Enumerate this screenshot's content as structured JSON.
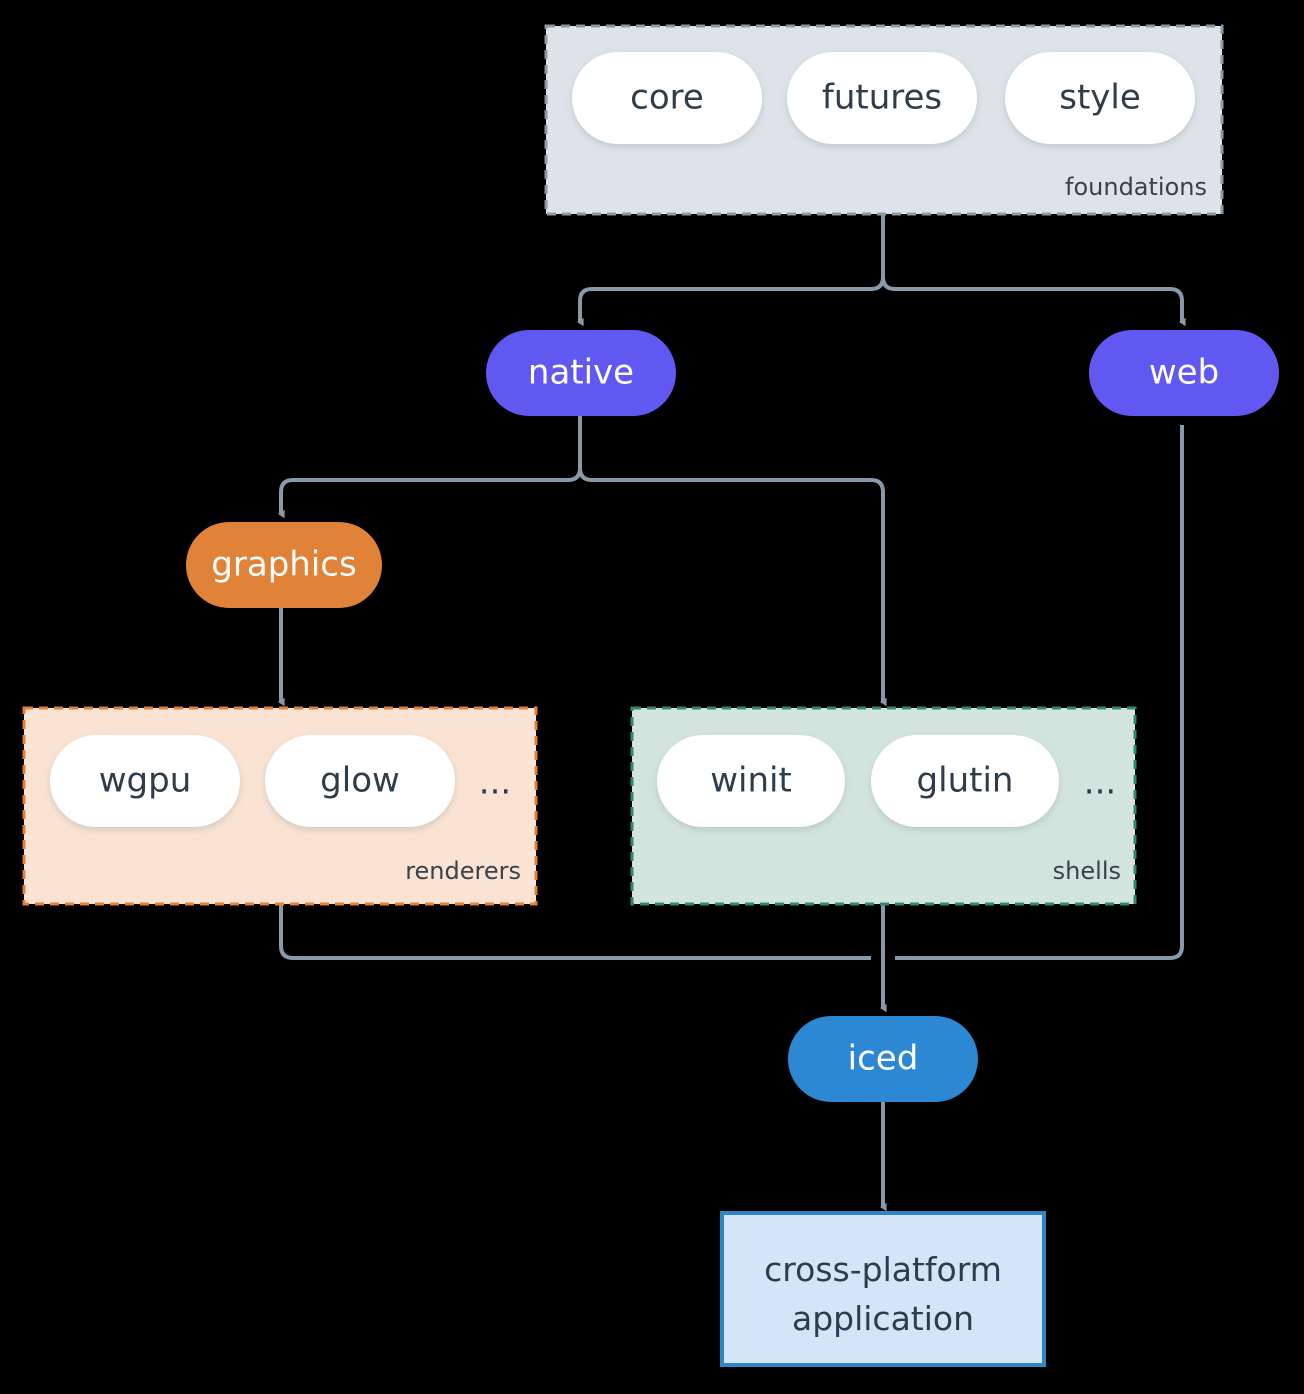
{
  "diagram": {
    "type": "architecture-flow",
    "background_color": "#000000",
    "edge_color": "#8a99a8",
    "groups": [
      {
        "id": "foundations",
        "caption": "foundations",
        "fill": "#dde3e8",
        "border_color": "#8a99a8",
        "border_style": "dashed",
        "items": [
          "core",
          "futures",
          "style"
        ],
        "has_ellipsis": false
      },
      {
        "id": "renderers",
        "caption": "renderers",
        "fill": "#fae3d2",
        "border_color": "#e08237",
        "border_style": "dashed",
        "items": [
          "wgpu",
          "glow"
        ],
        "ellipsis": "...",
        "has_ellipsis": true
      },
      {
        "id": "shells",
        "caption": "shells",
        "fill": "#d3e4de",
        "border_color": "#2b8a72",
        "border_style": "dashed",
        "items": [
          "winit",
          "glutin"
        ],
        "ellipsis": "...",
        "has_ellipsis": true
      }
    ],
    "nodes": [
      {
        "id": "native",
        "label": "native",
        "shape": "pill",
        "fill": "#6058f0",
        "text_color": "#ffffff"
      },
      {
        "id": "web",
        "label": "web",
        "shape": "pill",
        "fill": "#6058f0",
        "text_color": "#ffffff"
      },
      {
        "id": "graphics",
        "label": "graphics",
        "shape": "pill",
        "fill": "#e08237",
        "text_color": "#ffffff"
      },
      {
        "id": "iced",
        "label": "iced",
        "shape": "pill",
        "fill": "#2d88d4",
        "text_color": "#ffffff"
      }
    ],
    "terminal": {
      "id": "cross-platform-application",
      "label_line1": "cross-platform",
      "label_line2": "application",
      "shape": "rectangle",
      "fill": "#d3e6f8",
      "border_color": "#2e86c9",
      "text_color": "#2e3d49"
    },
    "edges": [
      {
        "from": "foundations",
        "to": "native",
        "arrow": true
      },
      {
        "from": "foundations",
        "to": "web",
        "arrow": true
      },
      {
        "from": "native",
        "to": "graphics",
        "arrow": true
      },
      {
        "from": "native",
        "to": "shells",
        "arrow": true
      },
      {
        "from": "graphics",
        "to": "renderers",
        "arrow": true
      },
      {
        "from": "renderers",
        "to": "iced",
        "arrow": true
      },
      {
        "from": "shells",
        "to": "iced",
        "arrow": true
      },
      {
        "from": "web",
        "to": "iced",
        "arrow": true
      },
      {
        "from": "iced",
        "to": "cross-platform-application",
        "arrow": true
      }
    ]
  }
}
